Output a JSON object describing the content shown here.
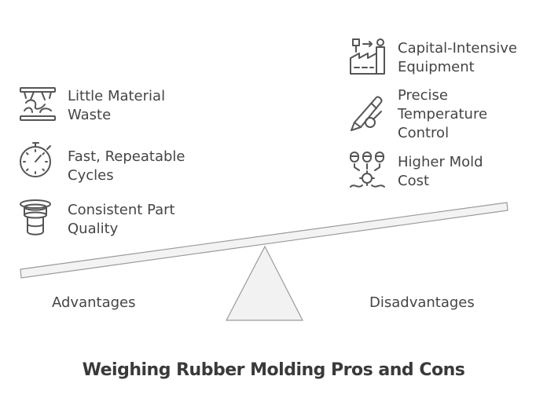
{
  "title": "Weighing Rubber Molding Pros and Cons",
  "advantages": {
    "label": "Advantages",
    "items": [
      {
        "text": "Little Material\nWaste",
        "icon": "molded-part-icon"
      },
      {
        "text": "Fast, Repeatable\nCycles",
        "icon": "stopwatch-icon"
      },
      {
        "text": "Consistent Part\nQuality",
        "icon": "top-hat-icon"
      }
    ]
  },
  "disadvantages": {
    "label": "Disadvantages",
    "items": [
      {
        "text": "Capital-Intensive\nEquipment",
        "icon": "factory-icon"
      },
      {
        "text": "Precise\nTemperature\nControl",
        "icon": "thermometer-pen-icon"
      },
      {
        "text": "Higher Mold\nCost",
        "icon": "coins-gear-icon"
      }
    ]
  }
}
